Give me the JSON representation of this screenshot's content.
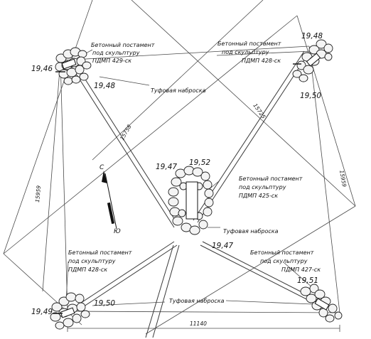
{
  "colors": {
    "ink": "#111111",
    "line": "#4a4a4a",
    "stone_fill": "#f4f4f4"
  },
  "pedestals": {
    "top_left": {
      "line1": "Бетонный постамент",
      "line2": "под скульптуру",
      "line3": "ПДМП 429-ск"
    },
    "top_right": {
      "line1": "Бетонный постамент",
      "line2": "под скульптуру",
      "line3": "ПДМП 428-ск"
    },
    "center": {
      "line1": "Бетонный постамент",
      "line2": "под скульптуру",
      "line3": "ПДМП 425-ск"
    },
    "bottom_left": {
      "line1": "Бетонный постамент",
      "line2": "под скульптуру",
      "line3": "ПДМП 428-ск"
    },
    "bottom_right": {
      "line1": "Бетонный постамент",
      "line2": "под скульптуру",
      "line3": "ПДМП 427-ск"
    }
  },
  "tuff_labels": {
    "top": "Туфовая наброска",
    "center": "Туфовая наброска",
    "bottom": "Туфовая наброска"
  },
  "elevations": {
    "tl_outer": "19,46",
    "tl_inner": "19,48",
    "tr_outer": "19,48",
    "tr_inner": "19,50",
    "c_left": "19,47",
    "c_right": "19,52",
    "c_bottom": "19,47",
    "bl_outer": "19,49",
    "bl_inner": "19,50",
    "br": "19,51"
  },
  "dimensions": {
    "diag_left": "15758",
    "diag_right": "15725",
    "left_vert": "15959",
    "right_vert": "15959",
    "bottom": "11140"
  },
  "compass": {
    "north": "С",
    "south": "Ю"
  }
}
